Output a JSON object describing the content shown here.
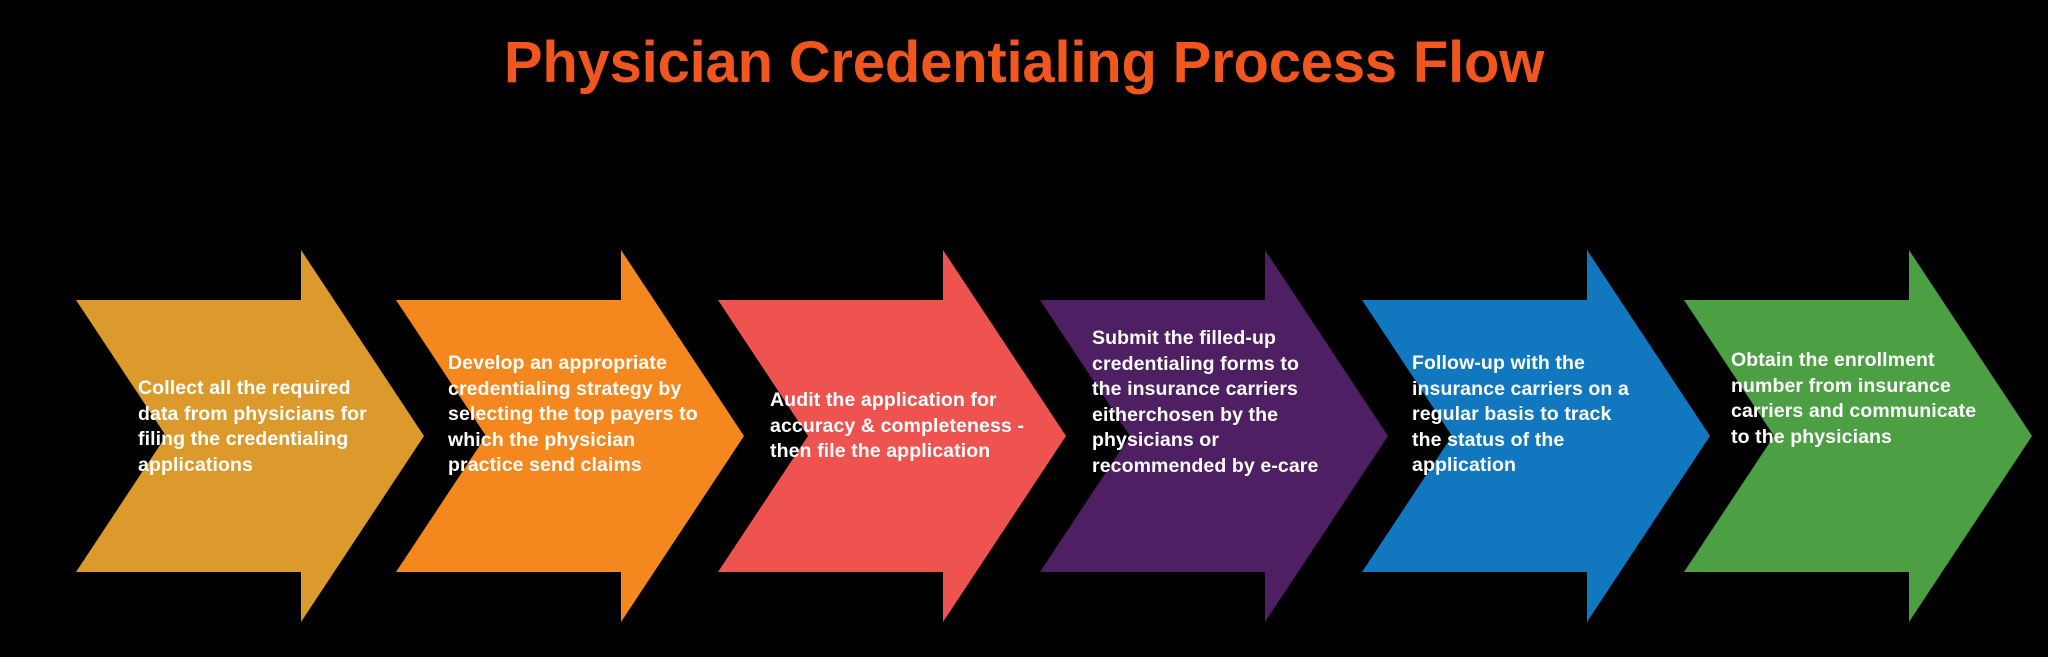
{
  "title": "Physician Credentialing Process Flow",
  "background_color": "#000000",
  "title_color": "#F0561E",
  "text_color": "#FFFFFF",
  "steps": [
    {
      "index": 1,
      "color": "#DC9A2C",
      "text": "Collect all the required data from physicians for filing the credentialing applications"
    },
    {
      "index": 2,
      "color": "#F5871F",
      "text": "Develop an appropriate credentialing strategy by selecting the top payers to which the physician practice send claims"
    },
    {
      "index": 3,
      "color": "#EE5350",
      "text": "Audit the application for accuracy & completeness -  then file the application"
    },
    {
      "index": 4,
      "color": "#4F1F63",
      "text": "Submit the filled-up credentialing forms to the insurance carriers eitherchosen by the physicians or recommended by e-care"
    },
    {
      "index": 5,
      "color": "#1177BE",
      "text": "Follow-up with the insurance carriers on a regular basis to track the status of the application"
    },
    {
      "index": 6,
      "color": "#4CA043",
      "text": "Obtain the enrollment number from insurance carriers and communicate to the physicians"
    }
  ]
}
